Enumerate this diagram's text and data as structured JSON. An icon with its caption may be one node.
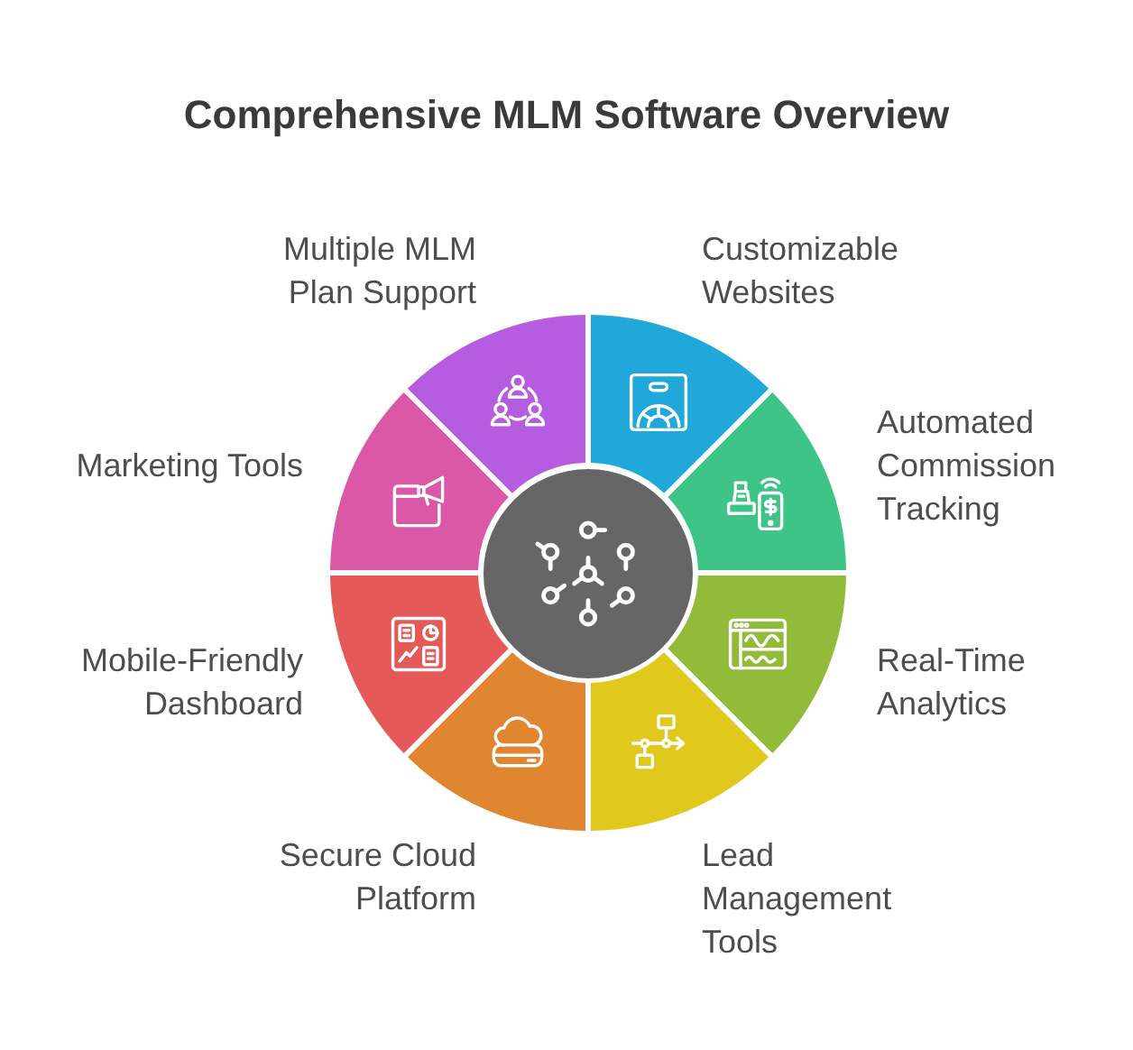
{
  "diagram": {
    "title": "Comprehensive MLM Software Overview",
    "nodes": [
      {
        "text": [],
        "shape": "circle"
      },
      {
        "text": [
          "Customizable Websites"
        ]
      },
      {
        "text": [
          "Automated Commission Tracking"
        ]
      },
      {
        "text": [
          "Real-Time Analytics"
        ]
      },
      {
        "text": [
          "Lead Management Tools"
        ]
      },
      {
        "text": [
          "Secure Cloud Platform"
        ]
      },
      {
        "text": [
          "Mobile-Friendly Dashboard"
        ]
      },
      {
        "text": [
          "Marketing Tools"
        ]
      },
      {
        "text": [
          "Multiple MLM Plan Support"
        ]
      }
    ]
  }
}
